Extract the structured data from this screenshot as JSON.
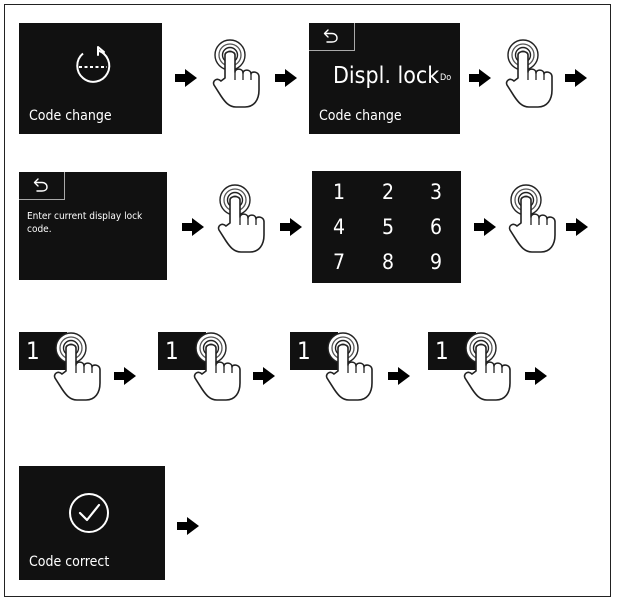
{
  "screens": {
    "code_change": {
      "caption": "Code change"
    },
    "displ_lock": {
      "title": "Displ. lock",
      "title_overflow": "Do",
      "caption": "Code change"
    },
    "enter_code": {
      "message": "Enter current display lock code."
    },
    "keypad": {
      "keys": [
        "1",
        "2",
        "3",
        "4",
        "5",
        "6",
        "7",
        "8",
        "9"
      ]
    },
    "entry_digit": "1",
    "code_correct": {
      "caption": "Code correct"
    }
  },
  "icons": {
    "step_arrow": "right-arrow-icon",
    "tap_hand": "finger-tap-icon",
    "back": "back-arrow-icon",
    "code_change": "code-change-icon",
    "check": "checkmark-circle-icon"
  },
  "colors": {
    "screen_bg": "#111111",
    "screen_text": "#ffffff",
    "frame": "#222222"
  }
}
